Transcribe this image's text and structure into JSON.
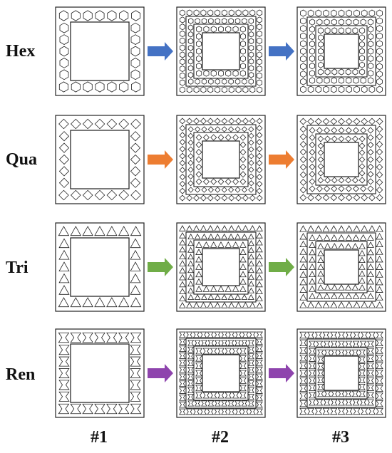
{
  "rows": [
    {
      "label": "Hex",
      "pattern": "hexagon",
      "arrow_color": "#4472C4"
    },
    {
      "label": "Qua",
      "pattern": "square",
      "arrow_color": "#ED7D31"
    },
    {
      "label": "Tri",
      "pattern": "triangle",
      "arrow_color": "#70AD47"
    },
    {
      "label": "Ren",
      "pattern": "re-entrant",
      "arrow_color": "#8E44AD"
    }
  ],
  "columns": [
    {
      "label": "#1",
      "bands": 1
    },
    {
      "label": "#2",
      "bands": 3
    },
    {
      "label": "#3",
      "bands": 3
    }
  ],
  "arrow_icon": "right-arrow-icon"
}
